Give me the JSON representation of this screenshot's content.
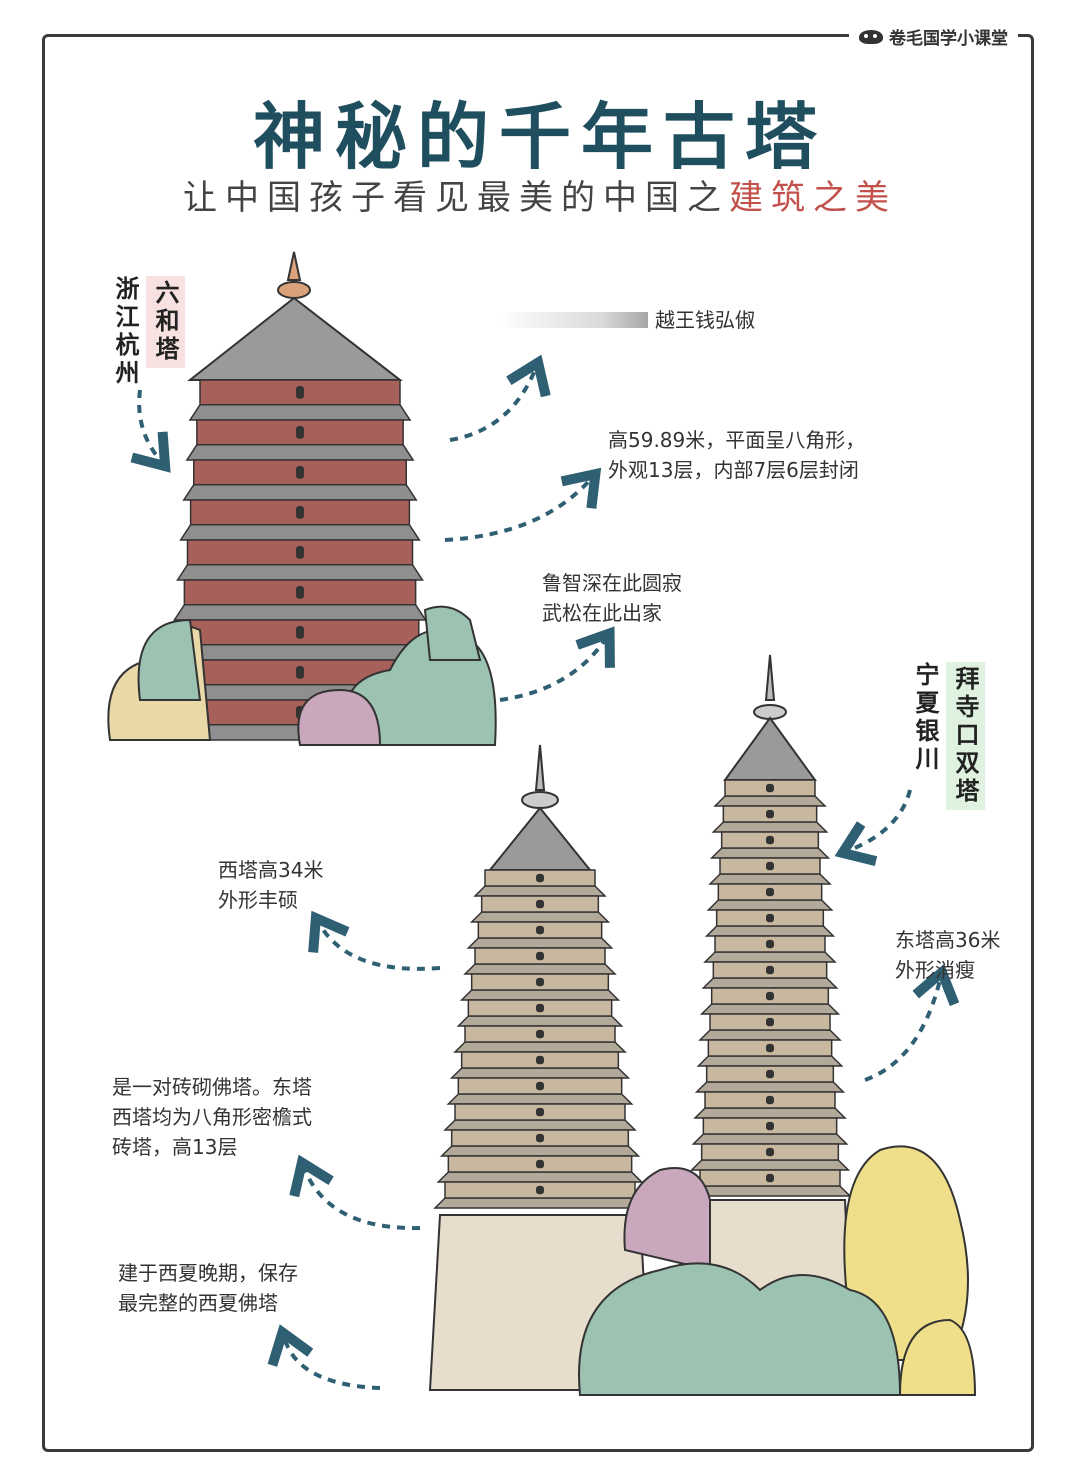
{
  "brand": "卷毛国学小课堂",
  "title": "神秘的千年古塔",
  "subtitle": {
    "main": "让中国孩子看见最美的中国之",
    "accent": "建筑之美"
  },
  "tower1": {
    "location": "浙江杭州",
    "name": "六和塔",
    "notes": [
      "越王钱弘俶",
      "高59.89米，平面呈八角形，\n外观13层，内部7层6层封闭",
      "鲁智深在此圆寂\n武松在此出家"
    ]
  },
  "tower2": {
    "location": "宁夏银川",
    "name": "拜寺口双塔",
    "notes": [
      "西塔高34米\n外形丰硕",
      "东塔高36米\n外形消瘦",
      "是一对砖砌佛塔。东塔\n西塔均为八角形密檐式\n砖塔，高13层",
      "建于西夏晚期，保存\n最完整的西夏佛塔"
    ]
  },
  "colors": {
    "title": "#1f4e5f",
    "accent": "#c2504b",
    "arrow": "#2f5f72",
    "tower_red": "#a8605a",
    "tower_roof": "#8f8f8f",
    "tower_beige": "#c9b8a0",
    "bush_green": "#9cc2b2",
    "bush_yellow": "#efdf8a",
    "bush_pink": "#c9a7bd"
  }
}
